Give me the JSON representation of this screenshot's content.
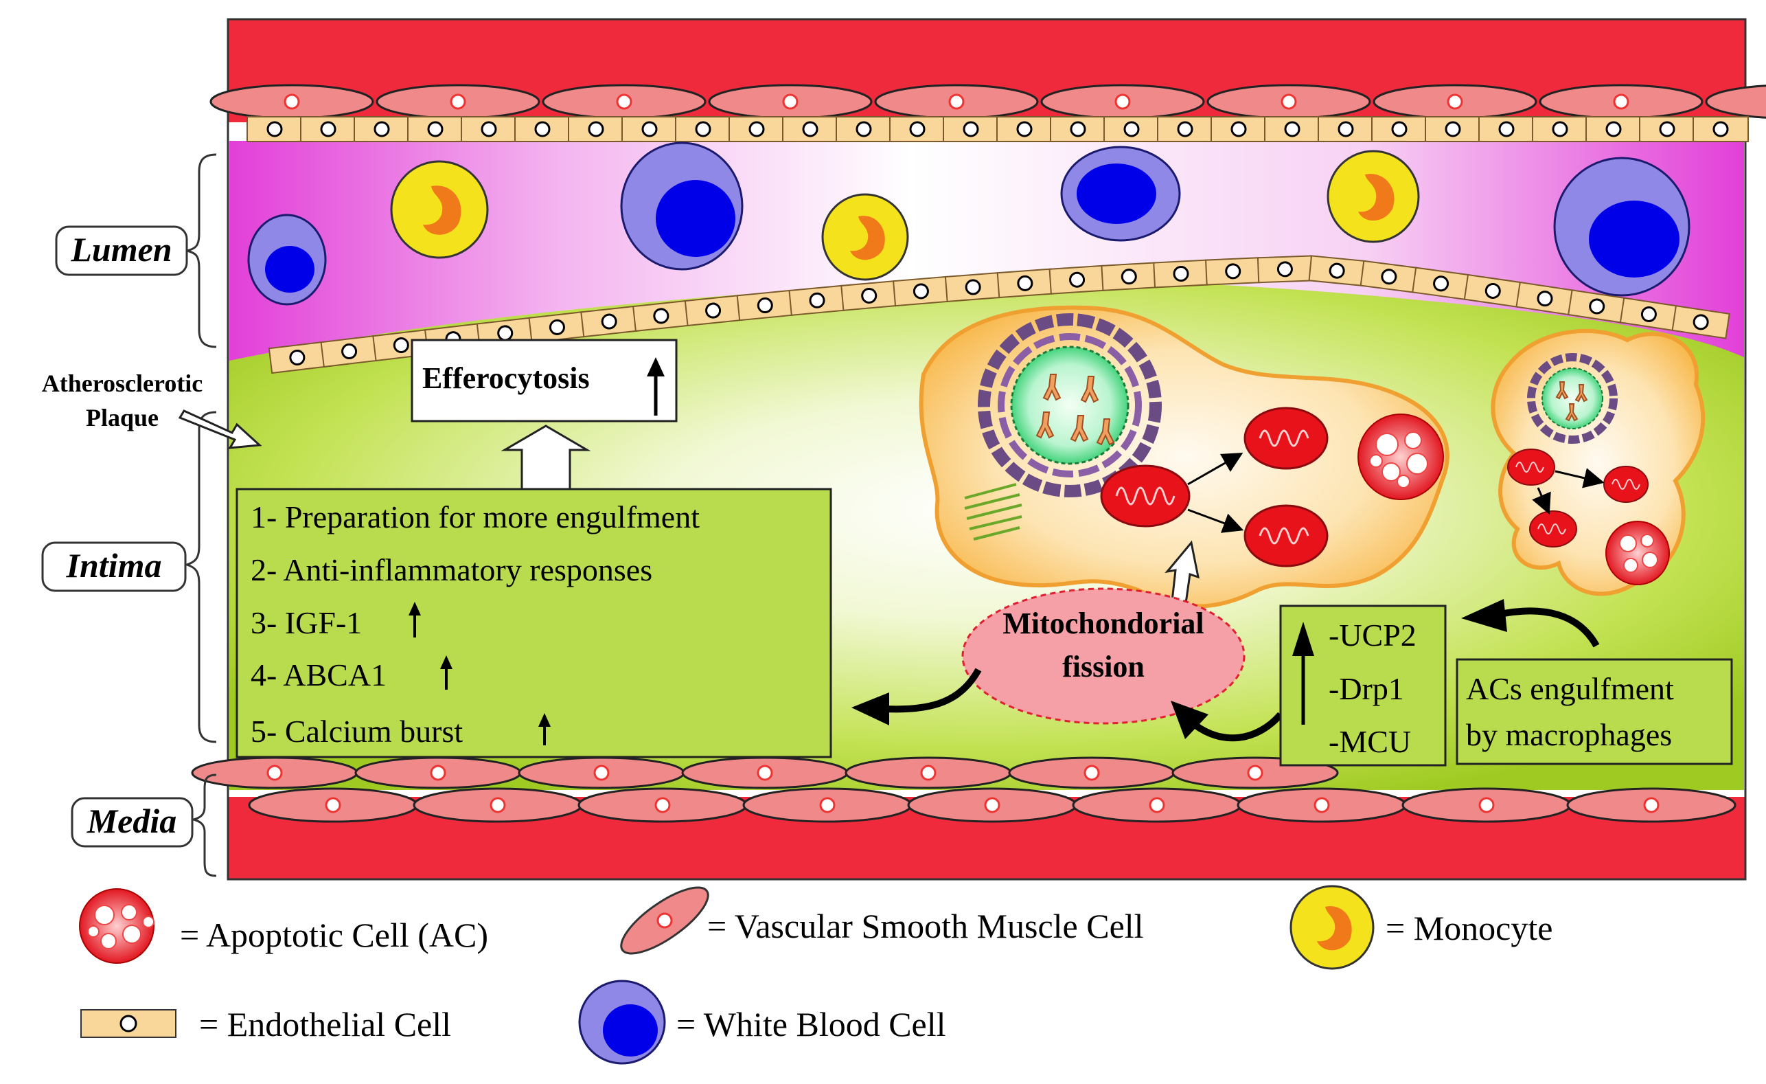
{
  "regions": {
    "lumen": "Lumen",
    "intima": "Intima",
    "media": "Media"
  },
  "plaque_label": [
    "Atherosclerotic",
    "Plaque"
  ],
  "efferocytosis": "Efferocytosis",
  "effects": [
    "1- Preparation for more engulfment",
    "2- Anti-inflammatory responses",
    "3- IGF-1",
    "4- ABCA1",
    "5- Calcium burst"
  ],
  "fission": [
    "Mitochondorial",
    "fission"
  ],
  "proteins": [
    "-UCP2",
    "-Drp1",
    "-MCU"
  ],
  "engulfment": [
    "ACs engulfment",
    "by macrophages"
  ],
  "legend": {
    "apoptotic": "= Apoptotic Cell (AC)",
    "vsmc": "= Vascular Smooth Muscle Cell",
    "monocyte": "= Monocyte",
    "endothelial": "= Endothelial Cell",
    "wbc": "= White Blood Cell"
  },
  "colors": {
    "vessel_wall": "#ee2a3c",
    "lumen": "#e23fd8",
    "intima": "#a8d12a",
    "endothelium": "#f9d79a",
    "vsmc": "#f08a8a",
    "monocyte": "#f4e21c",
    "monocyte_nucleus": "#f07a1a",
    "wbc": "#8f88e6",
    "wbc_nucleus": "#0000e8",
    "macrophage": "#fad08a",
    "mitochondria": "#e8121a",
    "fission_fill": "#f4a0a6"
  },
  "icons": [
    "up-arrow-icon",
    "open-arrow-icon",
    "curved-arrow-icon"
  ]
}
